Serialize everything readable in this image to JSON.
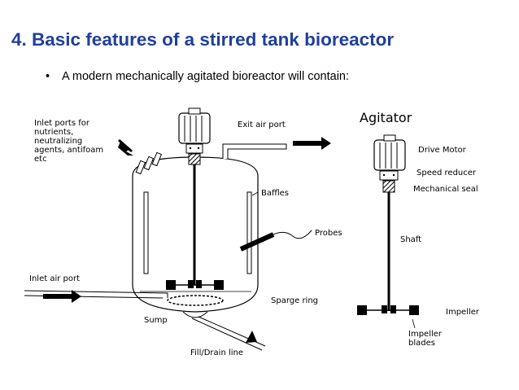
{
  "slide": {
    "title": "4. Basic features of a stirred tank bioreactor",
    "bullet_text": "A modern mechanically agitated bioreactor will contain:"
  },
  "diagram": {
    "inlet_ports_lines": [
      "Inlet ports for",
      "nutrients,",
      "neutralizing",
      "agents, antifoam",
      "etc"
    ],
    "exit_air_port": "Exit air port",
    "baffles": "Baffles",
    "probes": "Probes",
    "inlet_air_port": "Inlet air port",
    "sparge_ring": "Sparge ring",
    "sump": "Sump",
    "fill_drain_line": "Fill/Drain line",
    "agitator_title": "Agitator",
    "drive_motor": "Drive Motor",
    "speed_reducer": "Speed reducer",
    "mechanical_seal": "Mechanical seal",
    "shaft": "Shaft",
    "impeller": "Impeller",
    "impeller_blades_lines": [
      "Impeller",
      "blades"
    ]
  },
  "colors": {
    "title": "#1f3f9e",
    "line": "#000000"
  }
}
